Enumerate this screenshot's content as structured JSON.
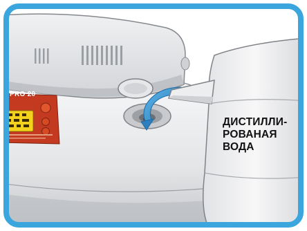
{
  "illustration": {
    "brand_mark": "PRO 20",
    "callout_label_lines": [
      "ДИСТИЛЛИ-",
      "РОВАНАЯ",
      "ВОДА"
    ],
    "colors": {
      "frame": "#3aa6dd",
      "device_body": "#e9eaec",
      "device_shadow": "#c9cbce",
      "pour_arrow": "#3b8fcc",
      "panel_background": "#c33a21",
      "panel_screen": "#f2d21c",
      "panel_button": "#e2562d"
    },
    "icons": [
      "incubator-lid",
      "water-inlet",
      "pour-arrow",
      "water-jug",
      "control-panel"
    ]
  }
}
